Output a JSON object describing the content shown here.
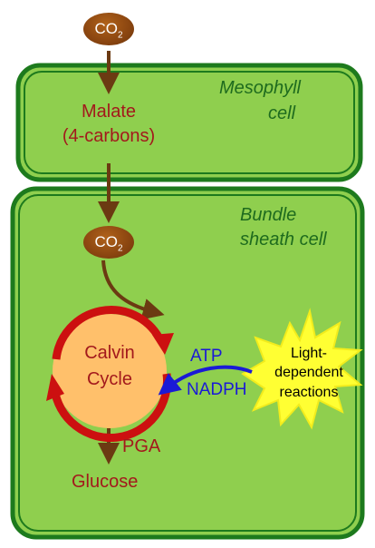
{
  "co2": {
    "label": "CO",
    "subscript": "2"
  },
  "mesophyll": {
    "line1": "Mesophyll",
    "line2": "cell"
  },
  "malate": {
    "line1": "Malate",
    "line2": "(4-carbons)"
  },
  "bundle_sheath": {
    "line1": "Bundle",
    "line2": "sheath cell"
  },
  "calvin": {
    "line1": "Calvin",
    "line2": "Cycle"
  },
  "energy": {
    "atp": "ATP",
    "nadph": "NADPH"
  },
  "light": {
    "line1": "Light-",
    "line2": "dependent",
    "line3": "reactions"
  },
  "pga": "PGA",
  "glucose": "Glucose",
  "colors": {
    "cell_fill": "#8fcf4e",
    "cell_border": "#1d7a1d",
    "co2_fill": "#8a4510",
    "arrow_brown": "#6b3a12",
    "cycle_fill": "#ffc06b",
    "cycle_ring": "#cc1010",
    "sun_fill": "#ffff33",
    "energy_arrow": "#1a1ad6"
  }
}
